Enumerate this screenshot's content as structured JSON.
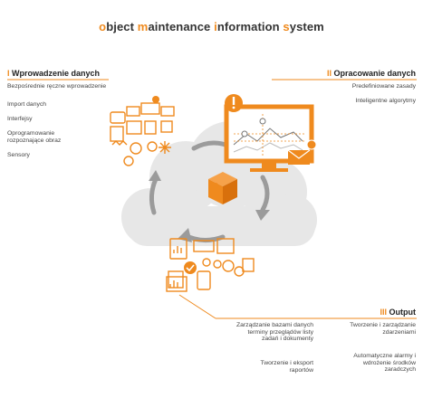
{
  "title": {
    "parts": [
      {
        "accent": "o",
        "rest": "bject "
      },
      {
        "accent": "m",
        "rest": "aintenance "
      },
      {
        "accent": "i",
        "rest": "nformation "
      },
      {
        "accent": "s",
        "rest": "ystem"
      }
    ]
  },
  "section1": {
    "num": "I",
    "title": "Wprowadzenie danych",
    "items": [
      "Bezpośrednie ręczne wprowadzenie",
      "Import danych",
      "Interfejsy",
      "Oprogramowanie rozpoznające obraz",
      "Sensory"
    ]
  },
  "section2": {
    "num": "II",
    "title": "Opracowanie danych",
    "items": [
      "Predefiniowane zasady",
      "Inteligentne algorytmy"
    ]
  },
  "section3": {
    "num": "III",
    "title": "Output",
    "left_items": [
      "Zarządzanie bazami danych terminy przeglądów listy zadań i dokumenty",
      "Tworzenie i eksport raportów"
    ],
    "right_items": [
      "Tworzenie i zarządzanie zdarzeniami",
      "Automatyczne alarmy i wdrożenie środków zaradczych"
    ]
  },
  "colors": {
    "accent": "#ef8a1e",
    "cloud": "#e6e6e6",
    "arrow": "#9b9b9b"
  }
}
